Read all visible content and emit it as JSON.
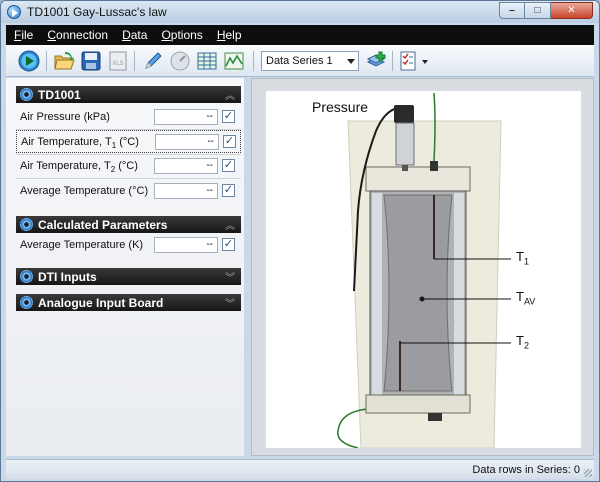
{
  "window": {
    "title": "TD1001 Gay-Lussac's law"
  },
  "menu": [
    {
      "label": "File",
      "accel": "F",
      "rest": "ile"
    },
    {
      "label": "Connection",
      "accel": "C",
      "rest": "onnection"
    },
    {
      "label": "Data",
      "accel": "D",
      "rest": "ata"
    },
    {
      "label": "Options",
      "accel": "O",
      "rest": "ptions"
    },
    {
      "label": "Help",
      "accel": "H",
      "rest": "elp"
    }
  ],
  "toolbar": {
    "series_select": "Data Series 1",
    "icons": [
      "play-icon",
      "open-folder-icon",
      "save-icon",
      "export-xls-icon",
      "pencil-icon",
      "gauge-icon",
      "table-icon",
      "chart-icon",
      "add-series-icon",
      "checklist-icon"
    ]
  },
  "sections": {
    "td1001": {
      "title": "TD1001",
      "rows": [
        {
          "label": "Air Pressure  (kPa)",
          "value": "--",
          "checked": "✓"
        },
        {
          "label_pre": "Air Temperature, T",
          "sub": "1",
          "label_post": "  (°C)",
          "value": "--",
          "checked": "✓"
        },
        {
          "label_pre": "Air Temperature, T",
          "sub": "2",
          "label_post": "  (°C)",
          "value": "--",
          "checked": "✓"
        },
        {
          "label": "Average Temperature  (°C)",
          "value": "--",
          "checked": "✓"
        }
      ]
    },
    "calculated": {
      "title": "Calculated Parameters",
      "rows": [
        {
          "label": "Average Temperature  (K)",
          "value": "--",
          "checked": "✓"
        }
      ]
    },
    "dti": {
      "title": "DTI Inputs"
    },
    "analogue": {
      "title": "Analogue Input Board"
    }
  },
  "diagram": {
    "pressure_label": "Pressure",
    "t1_label": "T",
    "t1_sub": "1",
    "tav_label": "T",
    "tav_sub": "AV",
    "t2_label": "T",
    "t2_sub": "2"
  },
  "status": {
    "text": "Data rows in Series: 0"
  },
  "colors": {
    "menubar": "#0d0d0d",
    "section_header": "#1f1f1f",
    "accent": "#2e7bc3"
  }
}
